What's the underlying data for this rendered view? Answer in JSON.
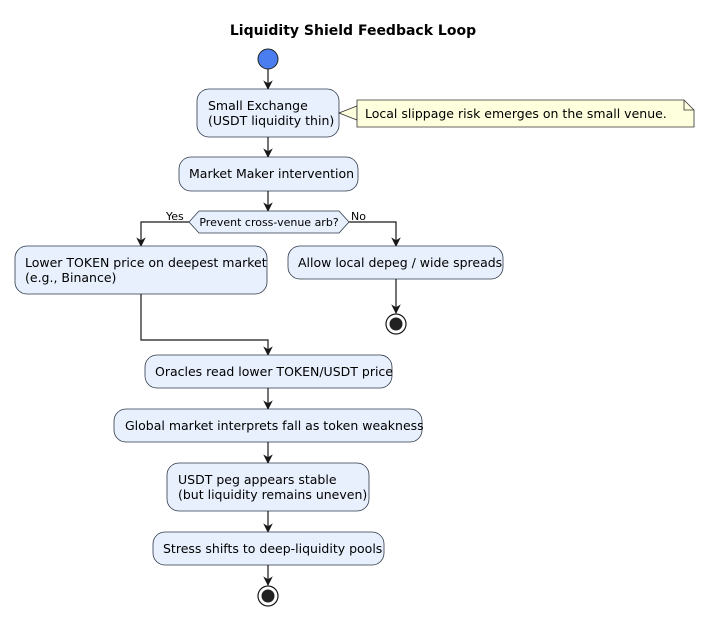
{
  "diagram": {
    "title": "Liquidity Shield Feedback Loop",
    "nodes": {
      "small_exchange": [
        "Small Exchange",
        "(USDT liquidity thin)"
      ],
      "note": "Local slippage risk emerges on the small venue.",
      "market_maker": "Market Maker intervention",
      "decision": "Prevent cross-venue arb?",
      "yes_label": "Yes",
      "no_label": "No",
      "lower_price": [
        "Lower TOKEN price on deepest market",
        "(e.g., Binance)"
      ],
      "allow_depeg": "Allow local depeg / wide spreads",
      "oracles": "Oracles read lower TOKEN/USDT price",
      "global_market": "Global market interprets fall as token weakness",
      "usdt_peg": [
        "USDT peg appears stable",
        "(but liquidity remains uneven)"
      ],
      "stress": "Stress shifts to deep-liquidity pools"
    },
    "colors": {
      "start_node": "#4A7EF0",
      "activity_fill": "#E8F0FE",
      "note_fill": "#FEFFDD",
      "line": "#181818"
    }
  }
}
